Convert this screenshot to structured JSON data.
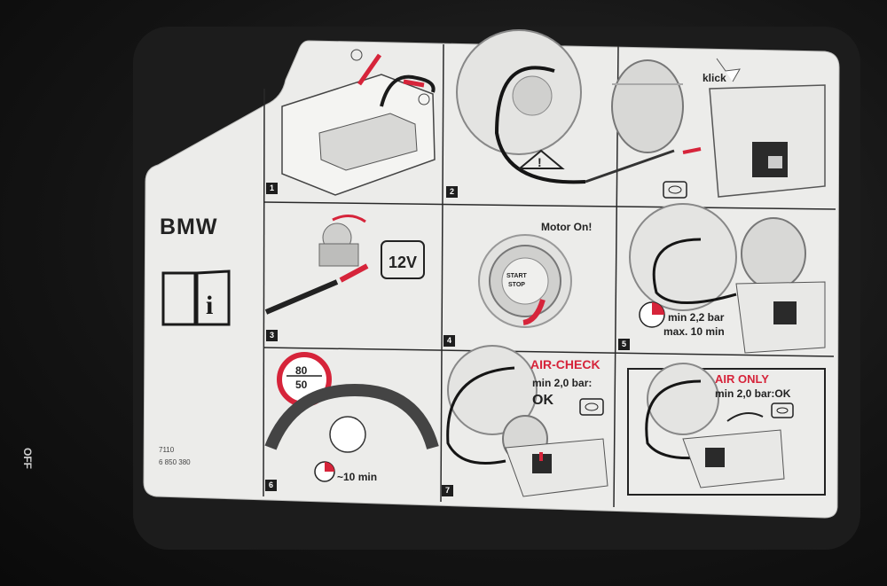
{
  "card": {
    "brand": "BMW",
    "part_number_line1": "7110",
    "part_number_line2": "6 850 380"
  },
  "steps": [
    {
      "number": "1"
    },
    {
      "number": "2",
      "warning_icon": "warning-triangle-icon",
      "view_icon": "eye-icon",
      "click_label": "klick"
    },
    {
      "number": "3",
      "socket_label": "12V"
    },
    {
      "number": "4",
      "title": "Motor On!",
      "button_line1": "START",
      "button_line2": "STOP"
    },
    {
      "number": "5",
      "line1": "min 2,2 bar",
      "line2": "max. 10 min"
    },
    {
      "number": "6",
      "speed_top": "80",
      "speed_bottom": "50",
      "duration": "~10 min"
    },
    {
      "number": "7",
      "title": "AIR-CHECK",
      "line1": "min 2,0 bar:",
      "line2": "OK"
    },
    {
      "number": "",
      "title": "AIR ONLY",
      "line1": "min 2,0 bar:OK"
    }
  ],
  "side_label": "OFF"
}
